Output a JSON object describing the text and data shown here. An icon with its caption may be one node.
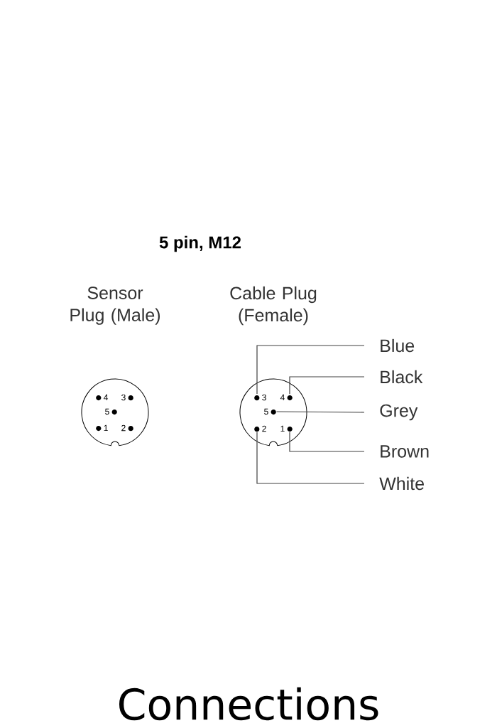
{
  "diagram": {
    "title": "5 pin, M12",
    "caption": "Connections",
    "nodes": [
      {
        "text": [
          "Sensor Plug (Male)"
        ]
      },
      {
        "text": [
          "4"
        ],
        "in": 0
      },
      {
        "text": [
          "3"
        ],
        "in": 0
      },
      {
        "text": [
          "5"
        ],
        "in": 0
      },
      {
        "text": [
          "1"
        ],
        "in": 0
      },
      {
        "text": [
          "2"
        ],
        "in": 0
      },
      {
        "text": [
          "Cable Plug (Female)"
        ]
      },
      {
        "text": [
          "3"
        ],
        "in": 6
      },
      {
        "text": [
          "4"
        ],
        "in": 6
      },
      {
        "text": [
          "5"
        ],
        "in": 6
      },
      {
        "text": [
          "2"
        ],
        "in": 6
      },
      {
        "text": [
          "1"
        ],
        "in": 6
      },
      {
        "text": [
          "Blue"
        ]
      },
      {
        "text": [
          "Black"
        ]
      },
      {
        "text": [
          "Grey"
        ]
      },
      {
        "text": [
          "Brown"
        ]
      },
      {
        "text": [
          "White"
        ]
      }
    ],
    "edges": [
      {
        "from": 7,
        "to": 12,
        "arrow": "none"
      },
      {
        "from": 8,
        "to": 13,
        "arrow": "none"
      },
      {
        "from": 9,
        "to": 14,
        "arrow": "none"
      },
      {
        "from": 11,
        "to": 15,
        "arrow": "none"
      },
      {
        "from": 10,
        "to": 16,
        "arrow": "none"
      }
    ]
  }
}
